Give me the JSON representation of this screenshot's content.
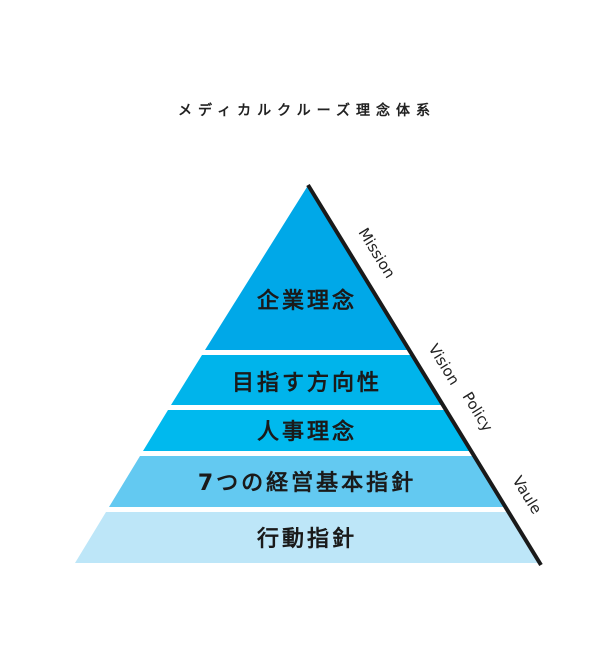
{
  "title": "メディカルクルーズ理念体系",
  "colors": {
    "tier1": "#00a8e8",
    "tier2": "#00b4eb",
    "tier3": "#00b9ee",
    "tier4": "#63c9f1",
    "tier5": "#bde6f8",
    "edge": "#1a1a1a"
  },
  "tiers": [
    {
      "label": "企業理念"
    },
    {
      "label": "目指す方向性"
    },
    {
      "label": "人事理念"
    },
    {
      "label": "7つの経営基本指針"
    },
    {
      "label": "行動指針"
    }
  ],
  "side_labels": {
    "mission": "Mission",
    "vision": "Vision",
    "policy": "Policy",
    "vaule": "Vaule"
  }
}
